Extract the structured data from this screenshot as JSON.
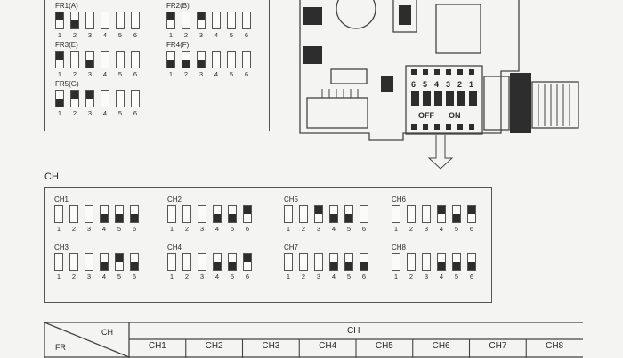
{
  "numbers": [
    "1",
    "2",
    "3",
    "4",
    "5",
    "6"
  ],
  "fr_groups": [
    {
      "label": "FR1(A)",
      "states": [
        "off",
        "on",
        "x",
        "x",
        "x",
        "x"
      ]
    },
    {
      "label": "FR2(B)",
      "states": [
        "off",
        "x",
        "off",
        "x",
        "x",
        "x"
      ]
    },
    {
      "label": "FR3(E)",
      "states": [
        "off",
        "x",
        "on",
        "x",
        "x",
        "x"
      ]
    },
    {
      "label": "FR4(F)",
      "states": [
        "on",
        "on",
        "on",
        "x",
        "x",
        "x"
      ]
    },
    {
      "label": "FR5(G)",
      "states": [
        "on",
        "off",
        "off",
        "x",
        "x",
        "x"
      ]
    }
  ],
  "board": {
    "dip_numbers": [
      "6",
      "5",
      "4",
      "3",
      "2",
      "1"
    ],
    "off_label": "OFF",
    "on_label": "ON"
  },
  "ch_title": "CH",
  "ch_groups": [
    {
      "label": "CH1",
      "states": [
        "x",
        "x",
        "x",
        "on",
        "on",
        "on"
      ]
    },
    {
      "label": "CH2",
      "states": [
        "x",
        "x",
        "x",
        "on",
        "on",
        "off"
      ]
    },
    {
      "label": "CH5",
      "states": [
        "x",
        "x",
        "off",
        "on",
        "on",
        "x"
      ]
    },
    {
      "label": "CH6",
      "states": [
        "x",
        "x",
        "x",
        "off",
        "on",
        "off"
      ]
    },
    {
      "label": "CH3",
      "states": [
        "x",
        "x",
        "x",
        "on",
        "off",
        "on"
      ]
    },
    {
      "label": "CH4",
      "states": [
        "x",
        "x",
        "x",
        "on",
        "on",
        "off"
      ]
    },
    {
      "label": "CH7",
      "states": [
        "x",
        "x",
        "x",
        "on",
        "on",
        "on"
      ]
    },
    {
      "label": "CH8",
      "states": [
        "x",
        "x",
        "x",
        "on",
        "on",
        "on"
      ]
    }
  ],
  "table": {
    "ch_header": "CH",
    "corner_ch": "CH",
    "corner_fr": "FR",
    "columns": [
      "CH1",
      "CH2",
      "CH3",
      "CH4",
      "CH5",
      "CH6",
      "CH7",
      "CH8"
    ]
  }
}
